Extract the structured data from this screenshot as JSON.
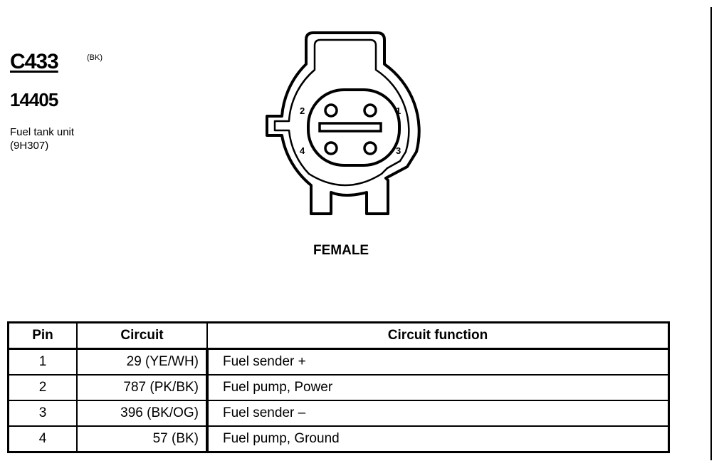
{
  "connector": {
    "id": "C433",
    "color_code": "(BK)",
    "part_number": "14405",
    "description_line1": "Fuel tank unit",
    "description_line2": "(9H307)",
    "gender": "FEMALE",
    "pin_labels": [
      "1",
      "2",
      "3",
      "4"
    ]
  },
  "table": {
    "headers": [
      "Pin",
      "Circuit",
      "Circuit function"
    ],
    "rows": [
      {
        "pin": "1",
        "circuit": "29 (YE/WH)",
        "function": "Fuel sender +"
      },
      {
        "pin": "2",
        "circuit": "787 (PK/BK)",
        "function": "Fuel pump, Power"
      },
      {
        "pin": "3",
        "circuit": "396 (BK/OG)",
        "function": "Fuel sender –"
      },
      {
        "pin": "4",
        "circuit": "57 (BK)",
        "function": "Fuel pump, Ground"
      }
    ]
  }
}
